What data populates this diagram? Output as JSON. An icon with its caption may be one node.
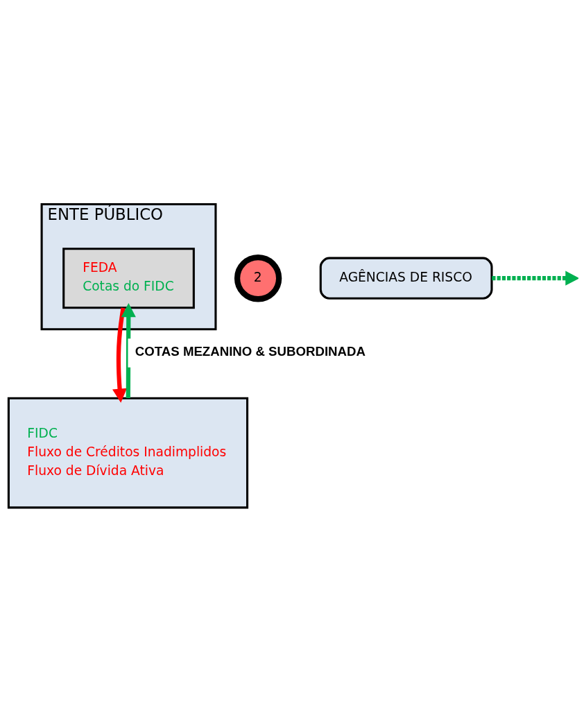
{
  "diagram": {
    "nodes": [
      {
        "text": [
          "ENTE PÚBLICO"
        ]
      },
      {
        "text": [
          "FEDA",
          "Cotas do FIDC"
        ],
        "in": 0
      },
      {
        "text": [
          "2"
        ]
      },
      {
        "text": [
          "AGÊNCIAS DE RISCO"
        ]
      },
      {
        "text": [
          "FIDC",
          "Fluxo de Créditos Inadimplidos",
          "Fluxo de Dívida Ativa"
        ]
      }
    ],
    "edges": [
      {
        "from": 1,
        "to": 4,
        "arrow": "to",
        "color": "#ff0000"
      },
      {
        "from": 4,
        "to": 1,
        "arrow": "to",
        "label": "COTAS MEZANINO & SUBORDINADA",
        "color": "#00b050"
      },
      {
        "from": 3,
        "to": null,
        "arrow": "to",
        "style": "dashed",
        "color": "#00b050"
      }
    ]
  }
}
